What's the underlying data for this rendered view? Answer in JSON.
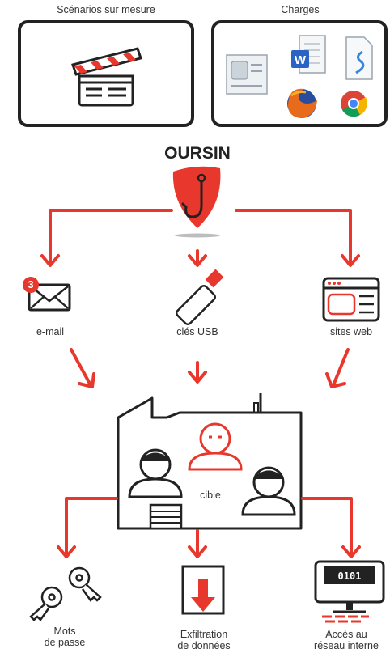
{
  "colors": {
    "accent": "#e8372c",
    "stroke": "#222222",
    "text": "#333333"
  },
  "top": {
    "scenarios_label": "Scénarios sur mesure",
    "charges_label": "Charges"
  },
  "brand": {
    "title": "OURSIN"
  },
  "vectors": {
    "email_label": "e-mail",
    "email_badge": "3",
    "usb_label": "clés USB",
    "web_label": "sites web"
  },
  "target": {
    "label": "cible"
  },
  "outcomes": {
    "passwords_line1": "Mots",
    "passwords_line2": "de passe",
    "exfil_line1": "Exfiltration",
    "exfil_line2": "de données",
    "network_line1": "Accès au",
    "network_line2": "réseau interne",
    "binary_text": "0101"
  }
}
